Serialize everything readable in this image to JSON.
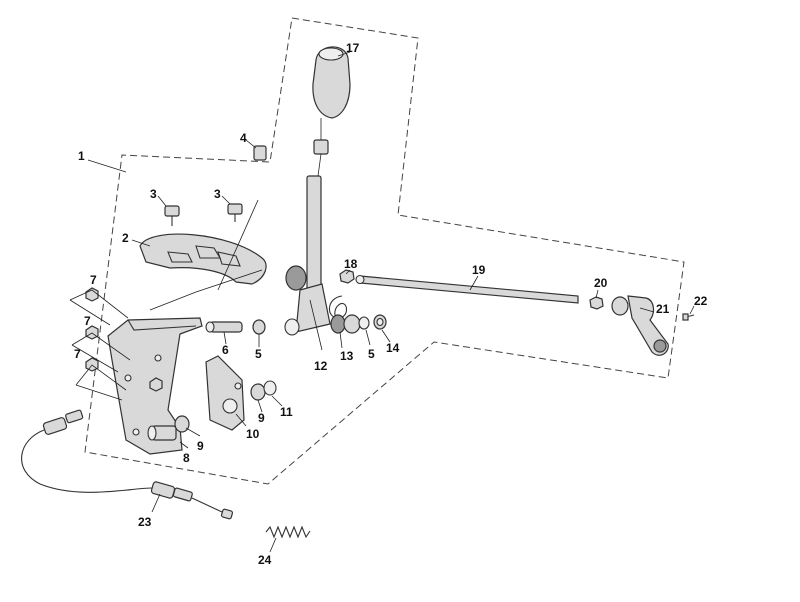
{
  "callouts": [
    {
      "id": "1",
      "label": "1"
    },
    {
      "id": "2",
      "label": "2"
    },
    {
      "id": "3a",
      "label": "3"
    },
    {
      "id": "3b",
      "label": "3"
    },
    {
      "id": "4",
      "label": "4"
    },
    {
      "id": "5a",
      "label": "5"
    },
    {
      "id": "5b",
      "label": "5"
    },
    {
      "id": "6",
      "label": "6"
    },
    {
      "id": "7a",
      "label": "7"
    },
    {
      "id": "7b",
      "label": "7"
    },
    {
      "id": "7c",
      "label": "7"
    },
    {
      "id": "8",
      "label": "8"
    },
    {
      "id": "9a",
      "label": "9"
    },
    {
      "id": "9b",
      "label": "9"
    },
    {
      "id": "10",
      "label": "10"
    },
    {
      "id": "11",
      "label": "11"
    },
    {
      "id": "12",
      "label": "12"
    },
    {
      "id": "13",
      "label": "13"
    },
    {
      "id": "14",
      "label": "14"
    },
    {
      "id": "17",
      "label": "17"
    },
    {
      "id": "18",
      "label": "18"
    },
    {
      "id": "19",
      "label": "19"
    },
    {
      "id": "20",
      "label": "20"
    },
    {
      "id": "21",
      "label": "21"
    },
    {
      "id": "22",
      "label": "22"
    },
    {
      "id": "23",
      "label": "23"
    },
    {
      "id": "24",
      "label": "24"
    }
  ]
}
